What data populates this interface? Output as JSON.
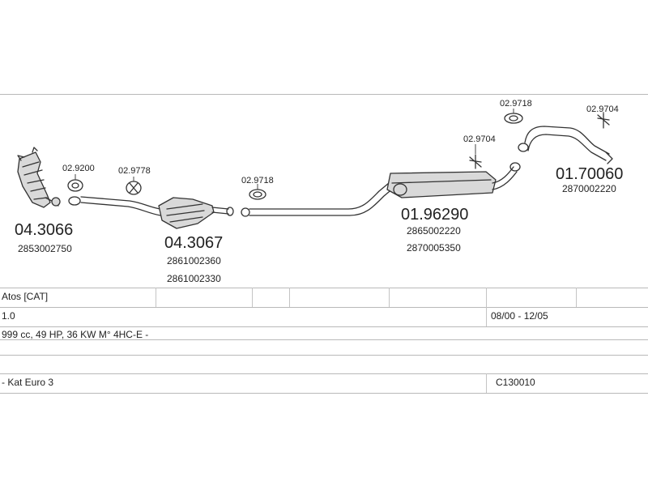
{
  "parts": {
    "p1": {
      "code": "04.3066",
      "oem": [
        "2853002750"
      ]
    },
    "p2": {
      "code": "04.3067",
      "oem": [
        "2861002360",
        "2861002330"
      ]
    },
    "p3": {
      "code": "01.96290",
      "oem": [
        "2865002220",
        "2870005350"
      ]
    },
    "p4": {
      "code": "01.70060",
      "oem": [
        "2870002220"
      ]
    }
  },
  "small_parts": {
    "s1": "02.9200",
    "s2": "02.9778",
    "s3": "02.9718",
    "s4": "02.9704",
    "s5": "02.9718",
    "s6": "02.9704"
  },
  "table": {
    "model": "Atos  [CAT]",
    "engine": "1.0",
    "years": "08/00 - 12/05",
    "spec": "999 cc, 49 HP, 36 KW M° 4HC-E -",
    "note": "- Kat Euro 3",
    "ref": "C130010"
  }
}
